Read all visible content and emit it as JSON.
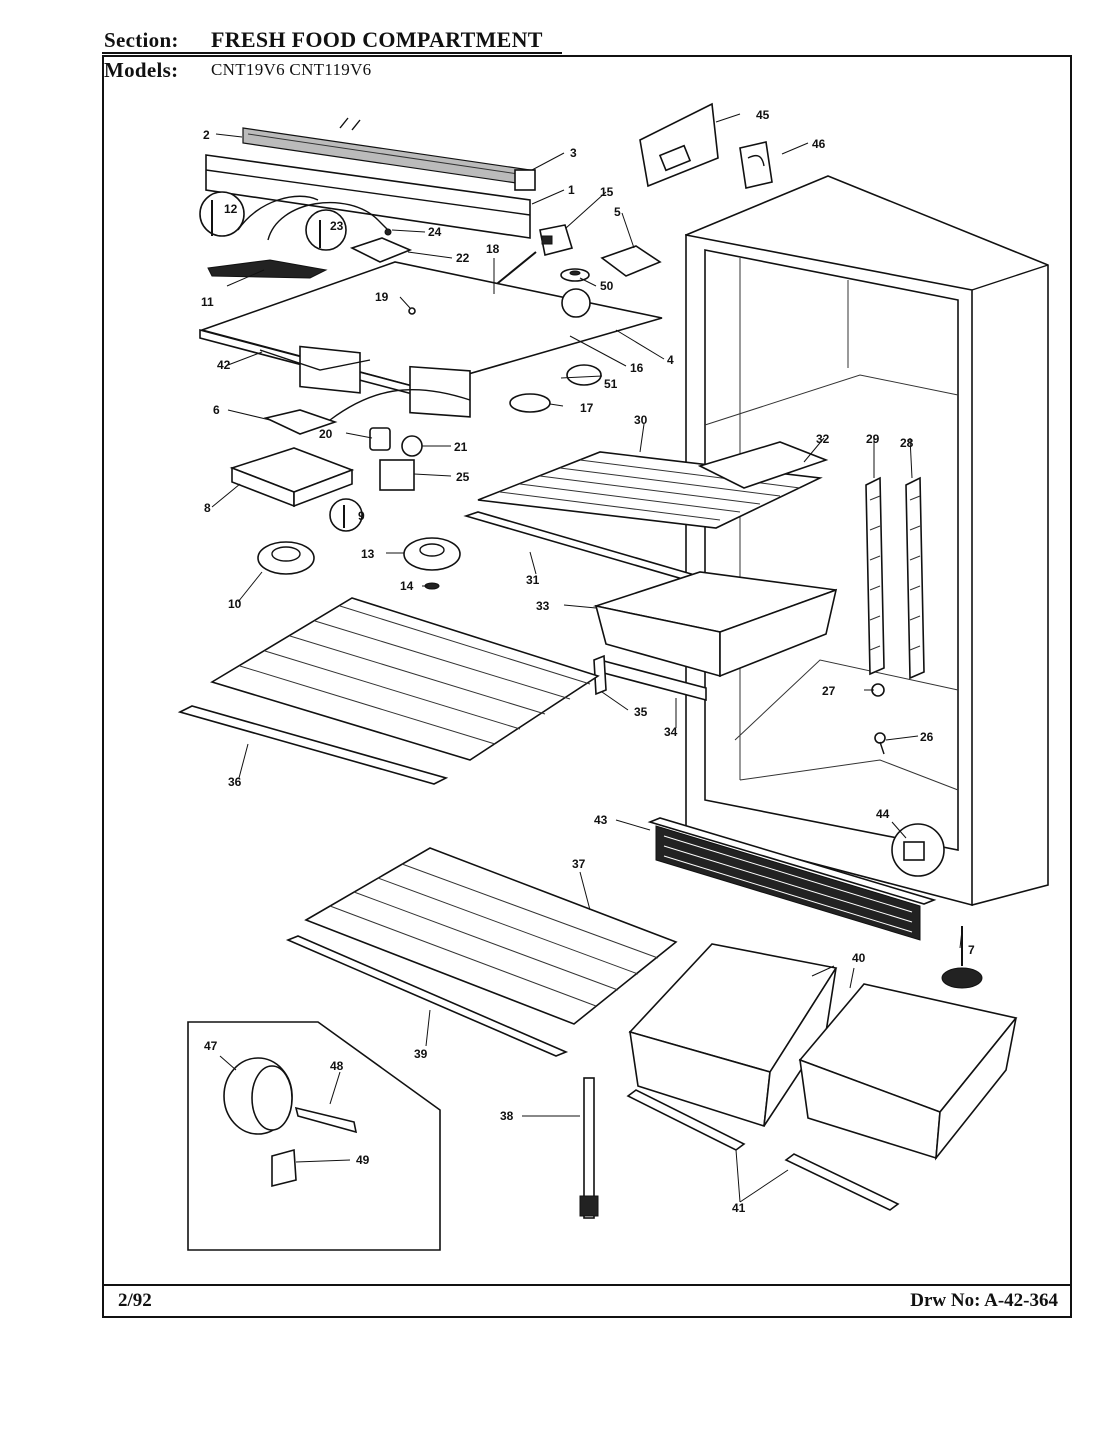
{
  "header": {
    "section_label": "Section:",
    "section_value": "FRESH FOOD COMPARTMENT",
    "models_label": "Models:",
    "models_value": "CNT19V6  CNT119V6"
  },
  "footer": {
    "date": "2/92",
    "drawing_number": "Drw No: A-42-364"
  },
  "callouts": [
    "1",
    "2",
    "3",
    "4",
    "5",
    "6",
    "7",
    "8",
    "9",
    "10",
    "11",
    "12",
    "13",
    "14",
    "15",
    "16",
    "17",
    "18",
    "19",
    "20",
    "21",
    "22",
    "23",
    "24",
    "25",
    "26",
    "27",
    "28",
    "29",
    "30",
    "31",
    "32",
    "33",
    "34",
    "35",
    "36",
    "37",
    "38",
    "39",
    "40",
    "41",
    "42",
    "43",
    "44",
    "45",
    "46",
    "47",
    "48",
    "49",
    "50",
    "51"
  ]
}
